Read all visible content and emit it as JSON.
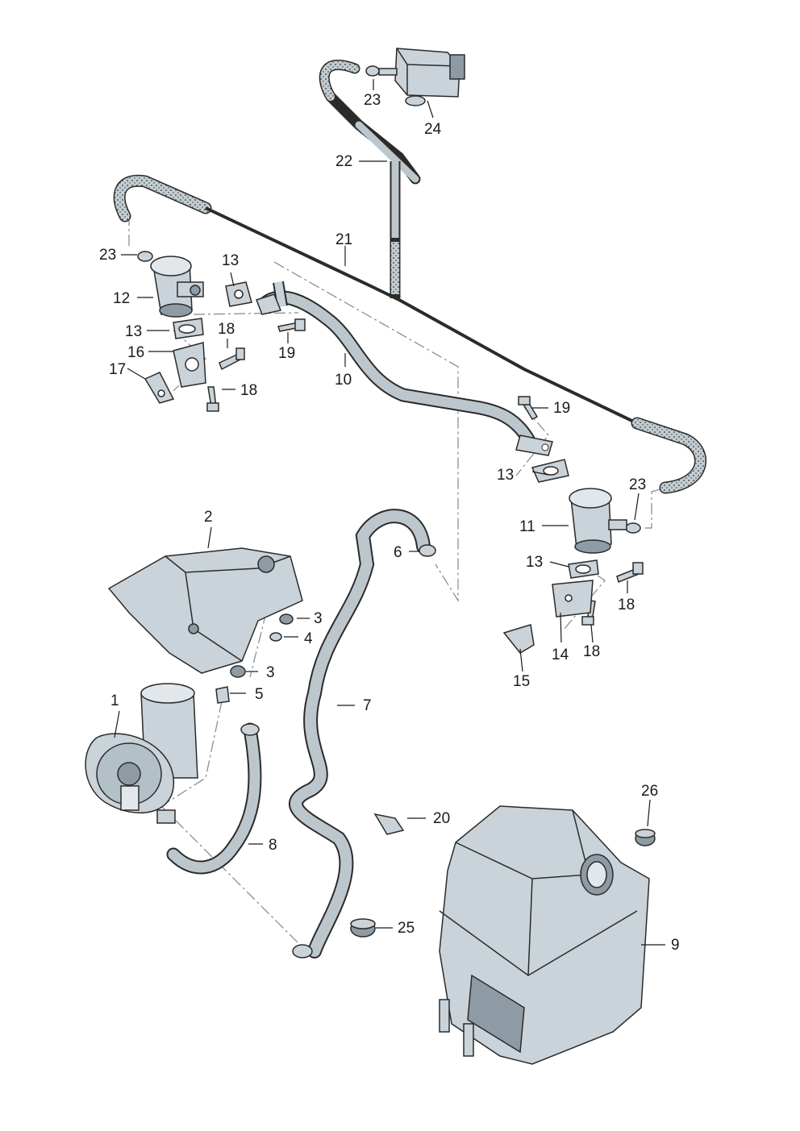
{
  "callouts": {
    "c1": "1",
    "c2": "2",
    "c3a": "3",
    "c3b": "3",
    "c4": "4",
    "c5": "5",
    "c6": "6",
    "c7": "7",
    "c8": "8",
    "c9": "9",
    "c10": "10",
    "c11": "11",
    "c12": "12",
    "c13a": "13",
    "c13b": "13",
    "c13c": "13",
    "c13d": "13",
    "c14": "14",
    "c15": "15",
    "c16": "16",
    "c17": "17",
    "c18a": "18",
    "c18b": "18",
    "c18c": "18",
    "c18d": "18",
    "c19a": "19",
    "c19b": "19",
    "c20": "20",
    "c21": "21",
    "c22": "22",
    "c23a": "23",
    "c23b": "23",
    "c23c": "23",
    "c24": "24",
    "c25": "25",
    "c26": "26"
  },
  "colors": {
    "line": "#2b2b2b",
    "part_fill": "#c9d3d9",
    "part_shade": "#8e9ba4",
    "hose_fill": "#bcc7cd",
    "dash": "#7a8a94"
  }
}
